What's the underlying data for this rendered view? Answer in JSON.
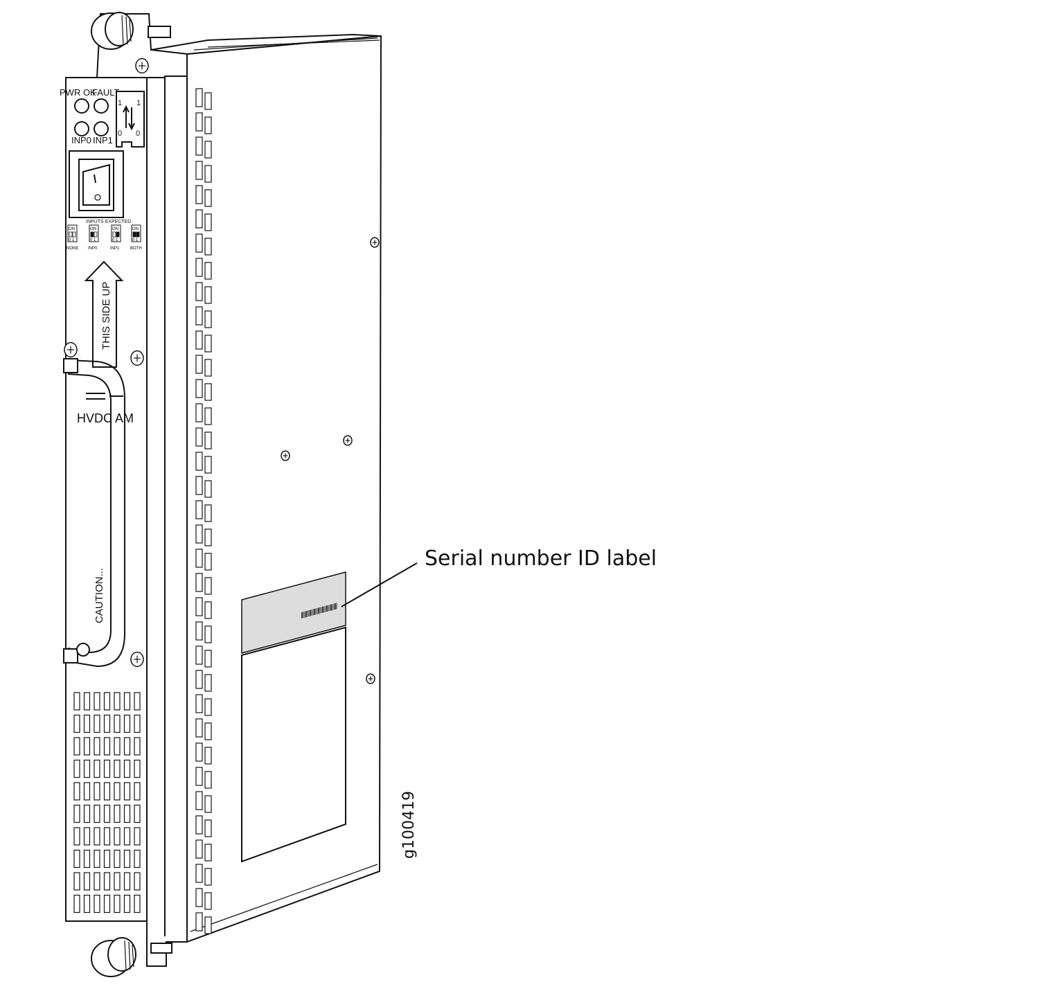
{
  "front_panel": {
    "leds": [
      "PWR OK",
      "FAULT",
      "INP0",
      "INP1"
    ],
    "switch_numbers": [
      "1",
      "1",
      "0",
      "0"
    ],
    "dip_title": "INPUTS EXPECTED",
    "dip_on": "ON",
    "dip_bits": "0 1",
    "dip_options": [
      "NONE",
      "INP0",
      "INP1",
      "BOTH"
    ],
    "arrow_text": "THIS SIDE UP",
    "model_text": "HVDC AM",
    "caution_text": "CAUTION..."
  },
  "callout": {
    "text": "Serial number ID label"
  },
  "figure_id": "g100419",
  "colors": {
    "line": "#111111",
    "label_fill": "#dddddd",
    "background": "#ffffff"
  }
}
